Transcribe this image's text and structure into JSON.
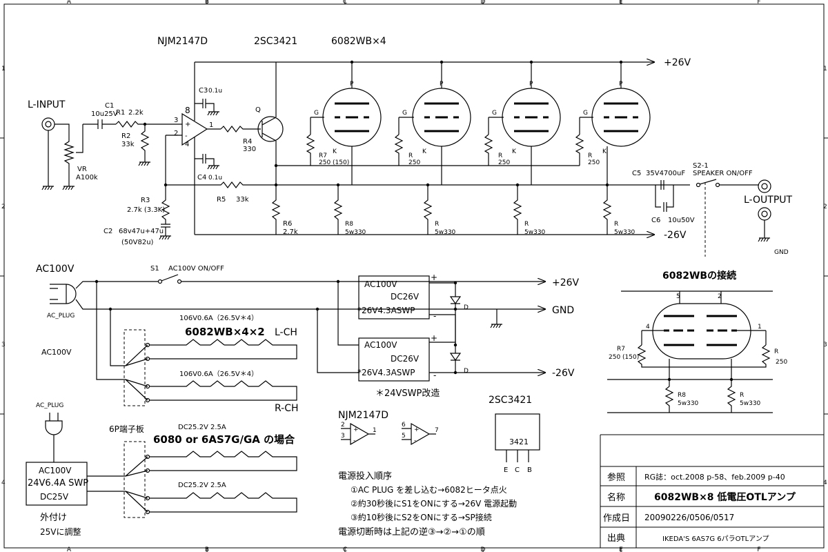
{
  "frame": {
    "col_labels": [
      "A",
      "B",
      "C",
      "D",
      "E",
      "F"
    ],
    "row_labels": [
      "1",
      "2",
      "3",
      "4"
    ]
  },
  "headers": {
    "opamp": "NJM2147D",
    "transistor": "2SC3421",
    "tubes": "6082WB×4"
  },
  "rails": {
    "pos": "+26V",
    "neg": "-26V"
  },
  "input": {
    "label": "L-INPUT",
    "vr": "VR",
    "vr_val": "A100k"
  },
  "components": {
    "c1": "C1",
    "c1_val": "10u25V",
    "r1": "R1",
    "r1_val": "2.2k",
    "r2": "R2",
    "r2_val": "33k",
    "c3": "C3",
    "c3_val": "0.1u",
    "c4": "C4",
    "c4_val": "0.1u",
    "r3": "R3",
    "r3_val": "2.7k (3.3K)",
    "c2": "C2",
    "c2_val": "68v47u+47u",
    "c2_alt": "(50V82u)",
    "r4": "R4",
    "r4_val": "330",
    "r5": "R5",
    "r5_val": "33k",
    "r6": "R6",
    "r6_val": "2.7k",
    "r7": "R7",
    "r7_val": "250 (150)",
    "r8": "R8",
    "r8_val": "5w330",
    "r": "R",
    "r_val": "250",
    "r_val5": "5w330",
    "q": "Q",
    "pin8": "8",
    "pin4": "4",
    "pin3": "3",
    "pin2": "2",
    "pin1": "1",
    "g": "G",
    "p": "P",
    "k": "K",
    "c5": "C5",
    "c5_val": "35V4700uF",
    "c6": "C6",
    "c6_val": "10u50V",
    "s2": "S2-1",
    "s2_label": "SPEAKER  ON/OFF"
  },
  "output": {
    "label": "L-OUTPUT",
    "gnd": "GND"
  },
  "power": {
    "ac100v": "AC100V",
    "ac_plug": "AC_PLUG",
    "s1": "S1",
    "s1_label": "AC100V  ON/OFF",
    "psu_top": "AC100V",
    "psu_dc": "DC26V",
    "psu_model": "*26V4.3ASWP",
    "plus": "+",
    "minus": "-",
    "d": "D",
    "out_pos": "+26V",
    "out_gnd": "GND",
    "out_neg": "-26V",
    "swp_note": "＊24VSWP改造",
    "ac100v_2": "AC100V"
  },
  "heaters": {
    "top_label": "106V0.6A（26.5V＊4）",
    "title": "6082WB×4×2",
    "lch": "L-CH",
    "bottom_label": "106V0.6A（26.5V＊4）",
    "rch": "R-CH",
    "alt_top": "DC25.2V  2.5A",
    "alt_title": "6080 or 6AS7G/GA の場合",
    "alt_bottom": "DC25.2V  2.5A",
    "terminal": "6P端子板"
  },
  "ext_psu": {
    "ac_plug": "AC_PLUG",
    "top": "AC100V",
    "model": "24V6.4A SWP",
    "dc": "DC25V",
    "note1": "外付け",
    "note2": "25Vに調整"
  },
  "pinouts": {
    "opamp_title": "NJM2147D",
    "p2": "2",
    "p3": "3",
    "p1": "1",
    "p6": "6",
    "p5": "5",
    "p7": "7",
    "tr_title": "2SC3421",
    "tr_body": "3421",
    "e": "E",
    "c": "C",
    "b": "B"
  },
  "sequence": {
    "title": "電源投入順序",
    "step1": "①AC  PLUG  を差し込む→6082ヒータ点火",
    "step2": "②約30秒後にS1をONにする→26V 電源起動",
    "step3": "③約10秒後にS2をONにする→SP接続",
    "off": "電源切断時は上記の逆③→②→①の順"
  },
  "tube_conn": {
    "title": "6082WBの接続",
    "pin5": "5",
    "pin2": "2",
    "pin4": "4",
    "pin1": "1",
    "r7": "R7",
    "r7_val": "250 (150)",
    "r": "R",
    "r_val": "250",
    "r8": "R8",
    "r8_val": "5w330",
    "r2": "R",
    "r2_val": "5w330"
  },
  "title_block": {
    "ref_label": "参照",
    "ref_value": "RG誌：oct.2008  p-58、feb.2009  p-40",
    "name_label": "名称",
    "name_value": "6082WB×8  低電圧OTLアンプ",
    "date_label": "作成日",
    "date_value": "20090226/0506/0517",
    "src_label": "出典",
    "src_value": "IKEDA'S 6AS7G  6パラOTLアンプ"
  }
}
